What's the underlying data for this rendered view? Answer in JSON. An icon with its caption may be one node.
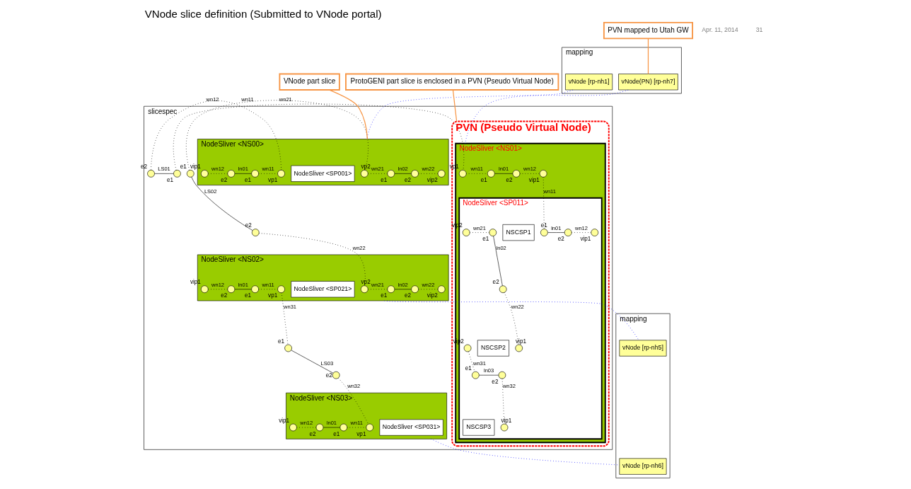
{
  "diagram": {
    "title": "VNode slice definition (Submitted to VNode portal)",
    "nodes": [
      {
        "text": [
          "mapping"
        ]
      },
      {
        "text": [
          "vNode [rp-nh1]"
        ],
        "in": 0
      },
      {
        "text": [
          "vNode(PN) [rp-nh7]"
        ],
        "in": 0
      },
      {
        "text": [
          "slicespec"
        ]
      },
      {
        "text": [
          "NodeSliver <NS00>"
        ],
        "in": 3
      },
      {
        "text": [],
        "shape": "circle",
        "beside": [
          "vp2"
        ],
        "in": 4
      },
      {
        "text": [],
        "shape": "circle",
        "beside": [
          "e1"
        ],
        "in": 4
      },
      {
        "text": [],
        "shape": "circle",
        "beside": [
          "e2"
        ],
        "in": 4
      },
      {
        "text": [],
        "shape": "circle",
        "beside": [
          "vip2"
        ],
        "in": 4
      },
      {
        "text": [
          "NodeSliver <SP001>"
        ],
        "in": 4
      },
      {
        "text": [],
        "shape": "circle",
        "beside": [
          "vip1"
        ],
        "in": 4
      },
      {
        "text": [],
        "shape": "circle",
        "beside": [
          "e2"
        ],
        "in": 4
      },
      {
        "text": [],
        "shape": "circle",
        "beside": [
          "e1"
        ],
        "in": 4
      },
      {
        "text": [],
        "shape": "circle",
        "beside": [
          "vp1"
        ],
        "in": 4
      },
      {
        "text": [
          "NodeSliver <NS02>"
        ],
        "in": 3
      },
      {
        "text": [],
        "shape": "circle",
        "beside": [
          "vp2"
        ],
        "in": 14
      },
      {
        "text": [],
        "shape": "circle",
        "beside": [
          "e1"
        ],
        "in": 14
      },
      {
        "text": [],
        "shape": "circle",
        "beside": [
          "e2"
        ],
        "in": 14
      },
      {
        "text": [],
        "shape": "circle",
        "beside": [
          "vip2"
        ],
        "in": 14
      },
      {
        "text": [
          "NodeSliver <SP021>"
        ],
        "in": 14
      },
      {
        "text": [],
        "shape": "circle",
        "beside": [
          "vip1"
        ],
        "in": 14
      },
      {
        "text": [],
        "shape": "circle",
        "beside": [
          "e2"
        ],
        "in": 14
      },
      {
        "text": [],
        "shape": "circle",
        "beside": [
          "e1"
        ],
        "in": 14
      },
      {
        "text": [],
        "shape": "circle",
        "beside": [
          "vp1"
        ],
        "in": 14
      },
      {
        "text": [
          "NodeSliver <NS03>"
        ],
        "in": 3
      },
      {
        "text": [
          "NodeSliver <SP031>"
        ],
        "in": 24
      },
      {
        "text": [],
        "shape": "circle",
        "beside": [
          "vip1"
        ],
        "in": 24
      },
      {
        "text": [],
        "shape": "circle",
        "beside": [
          "e2"
        ],
        "in": 24
      },
      {
        "text": [],
        "shape": "circle",
        "beside": [
          "e1"
        ],
        "in": 24
      },
      {
        "text": [],
        "shape": "circle",
        "beside": [
          "vp1"
        ],
        "in": 24
      },
      {
        "text": [],
        "shape": "circle",
        "beside": [
          "e1"
        ],
        "in": 3
      },
      {
        "text": [],
        "shape": "circle",
        "beside": [
          "e2"
        ],
        "in": 3
      },
      {
        "text": [],
        "shape": "circle",
        "beside": [
          "e2"
        ],
        "in": 3
      },
      {
        "text": [],
        "shape": "circle",
        "beside": [
          "e1"
        ],
        "in": 3
      },
      {
        "text": [],
        "shape": "circle",
        "beside": [
          "e1"
        ],
        "in": 3
      },
      {
        "text": [],
        "shape": "circle",
        "beside": [
          "e2"
        ],
        "in": 3
      },
      {
        "text": [
          "PVN (Pseudo Virtual Node)"
        ],
        "in": 3
      },
      {
        "text": [
          "NodeSliver <NS01>"
        ],
        "in": 36
      },
      {
        "text": [],
        "shape": "circle",
        "beside": [
          "vp1"
        ],
        "in": 37
      },
      {
        "text": [],
        "shape": "circle",
        "beside": [
          "e1"
        ],
        "in": 37
      },
      {
        "text": [],
        "shape": "circle",
        "beside": [
          "e2"
        ],
        "in": 37
      },
      {
        "text": [],
        "shape": "circle",
        "beside": [
          "vip1"
        ],
        "in": 37
      },
      {
        "text": [
          "NodeSliver <SP011>"
        ],
        "in": 37
      },
      {
        "text": [],
        "shape": "circle",
        "beside": [
          "e1"
        ],
        "in": 42
      },
      {
        "text": [],
        "shape": "circle",
        "beside": [
          "e2"
        ],
        "in": 42
      },
      {
        "text": [],
        "shape": "circle",
        "beside": [
          "vip1"
        ],
        "in": 42
      },
      {
        "text": [
          "NSCSP1"
        ],
        "in": 42
      },
      {
        "text": [],
        "shape": "circle",
        "beside": [
          "vip2"
        ],
        "in": 42
      },
      {
        "text": [],
        "shape": "circle",
        "beside": [
          "e1"
        ],
        "in": 42
      },
      {
        "text": [],
        "shape": "circle",
        "beside": [
          "e2"
        ],
        "in": 42
      },
      {
        "text": [],
        "shape": "circle",
        "beside": [
          "vip1"
        ],
        "in": 42
      },
      {
        "text": [
          "NSCSP2"
        ],
        "in": 42
      },
      {
        "text": [],
        "shape": "circle",
        "beside": [
          "vip2"
        ],
        "in": 42
      },
      {
        "text": [],
        "shape": "circle",
        "beside": [
          "e1"
        ],
        "in": 42
      },
      {
        "text": [],
        "shape": "circle",
        "beside": [
          "e2"
        ],
        "in": 42
      },
      {
        "text": [],
        "shape": "circle",
        "beside": [
          "vip1"
        ],
        "in": 42
      },
      {
        "text": [
          "NSCSP3"
        ],
        "in": 42
      },
      {
        "text": [
          "mapping"
        ]
      },
      {
        "text": [
          "vNode [rp-nh5]"
        ],
        "in": 57
      },
      {
        "text": [
          "vNode [rp-nh6]"
        ],
        "in": 57
      },
      {
        "text": [
          "VNode part slice"
        ]
      },
      {
        "text": [
          "PVN mapped to Utah GW"
        ]
      },
      {
        "text": [
          "ProtoGENI part slice is enclosed in a PVN (Pseudo Virtual Node)"
        ]
      }
    ],
    "edges": [
      {
        "from": 5,
        "to": 6,
        "arrow": "none",
        "label": "wn21",
        "style": "dashed"
      },
      {
        "from": 6,
        "to": 7,
        "arrow": "none",
        "label": "ln02"
      },
      {
        "from": 7,
        "to": 8,
        "arrow": "none",
        "label": "wn22",
        "style": "dashed"
      },
      {
        "from": 10,
        "to": 11,
        "arrow": "none",
        "label": "wn12",
        "style": "dashed"
      },
      {
        "from": 11,
        "to": 12,
        "arrow": "none",
        "label": "ln01"
      },
      {
        "from": 12,
        "to": 13,
        "arrow": "none",
        "label": "wn11",
        "style": "dashed"
      },
      {
        "from": 15,
        "to": 16,
        "arrow": "none",
        "label": "wn21",
        "style": "dashed"
      },
      {
        "from": 16,
        "to": 17,
        "arrow": "none",
        "label": "ln02"
      },
      {
        "from": 17,
        "to": 18,
        "arrow": "none",
        "label": "wn22",
        "style": "dashed"
      },
      {
        "from": 20,
        "to": 21,
        "arrow": "none",
        "label": "wn12",
        "style": "dashed"
      },
      {
        "from": 21,
        "to": 22,
        "arrow": "none",
        "label": "ln01"
      },
      {
        "from": 22,
        "to": 23,
        "arrow": "none",
        "label": "wn11",
        "style": "dashed"
      },
      {
        "from": 26,
        "to": 27,
        "arrow": "none",
        "label": "wn12",
        "style": "dashed"
      },
      {
        "from": 27,
        "to": 28,
        "arrow": "none",
        "label": "ln01"
      },
      {
        "from": 28,
        "to": 29,
        "arrow": "none",
        "label": "wn11",
        "style": "dashed"
      },
      {
        "from": 30,
        "to": 5,
        "arrow": "none",
        "label": "wn21",
        "style": "dashed"
      },
      {
        "from": 30,
        "to": 31,
        "arrow": "none",
        "label": "LS02"
      },
      {
        "from": 31,
        "to": 15,
        "arrow": "none",
        "label": "wn22",
        "style": "dashed"
      },
      {
        "from": 13,
        "to": 32,
        "arrow": "none",
        "label": "wn12",
        "style": "dashed"
      },
      {
        "from": 32,
        "to": 33,
        "arrow": "none",
        "label": "LS01"
      },
      {
        "from": 33,
        "to": 38,
        "arrow": "none",
        "label": "wn11",
        "style": "dashed"
      },
      {
        "from": 23,
        "to": 34,
        "arrow": "none",
        "label": "wn31",
        "style": "dashed"
      },
      {
        "from": 34,
        "to": 35,
        "arrow": "none",
        "label": "LS03"
      },
      {
        "from": 35,
        "to": 29,
        "arrow": "none",
        "label": "wn32",
        "style": "dashed"
      },
      {
        "from": 38,
        "to": 39,
        "arrow": "none",
        "label": "wn11",
        "style": "dashed"
      },
      {
        "from": 39,
        "to": 40,
        "arrow": "none",
        "label": "ln01"
      },
      {
        "from": 40,
        "to": 41,
        "arrow": "none",
        "label": "wn12",
        "style": "dashed"
      },
      {
        "from": 41,
        "to": 43,
        "arrow": "none",
        "label": "wn11",
        "style": "dashed"
      },
      {
        "from": 43,
        "to": 44,
        "arrow": "none",
        "label": "ln01"
      },
      {
        "from": 44,
        "to": 45,
        "arrow": "none",
        "label": "wn12",
        "style": "dashed"
      },
      {
        "from": 47,
        "to": 48,
        "arrow": "none",
        "label": "wn21",
        "style": "dashed"
      },
      {
        "from": 48,
        "to": 49,
        "arrow": "none",
        "label": "ln02"
      },
      {
        "from": 49,
        "to": 50,
        "arrow": "none",
        "label": "wn22",
        "style": "dashed"
      },
      {
        "from": 52,
        "to": 53,
        "arrow": "none",
        "label": "wn31",
        "style": "dashed"
      },
      {
        "from": 53,
        "to": 54,
        "arrow": "none",
        "label": "ln03"
      },
      {
        "from": 54,
        "to": 55,
        "arrow": "none",
        "label": "wn32",
        "style": "dashed"
      },
      {
        "from": 1,
        "to": 4,
        "arrow": "none",
        "style": "dashed",
        "color": "#0000ff"
      },
      {
        "from": 2,
        "to": 37,
        "arrow": "none",
        "style": "dashed",
        "color": "#0000ff"
      },
      {
        "from": 14,
        "to": 58,
        "arrow": "none",
        "style": "dashed",
        "color": "#0000ff"
      },
      {
        "from": 24,
        "to": 59,
        "arrow": "none",
        "style": "dashed",
        "color": "#0000ff"
      },
      {
        "from": 60,
        "to": 4,
        "arrow": "none",
        "color": "#f79646"
      },
      {
        "from": 61,
        "to": 2,
        "arrow": "none",
        "color": "#f79646"
      },
      {
        "from": 62,
        "to": 36,
        "arrow": "none",
        "color": "#f79646"
      }
    ],
    "labels": [
      "Apr. 11, 2014",
      "31"
    ]
  }
}
